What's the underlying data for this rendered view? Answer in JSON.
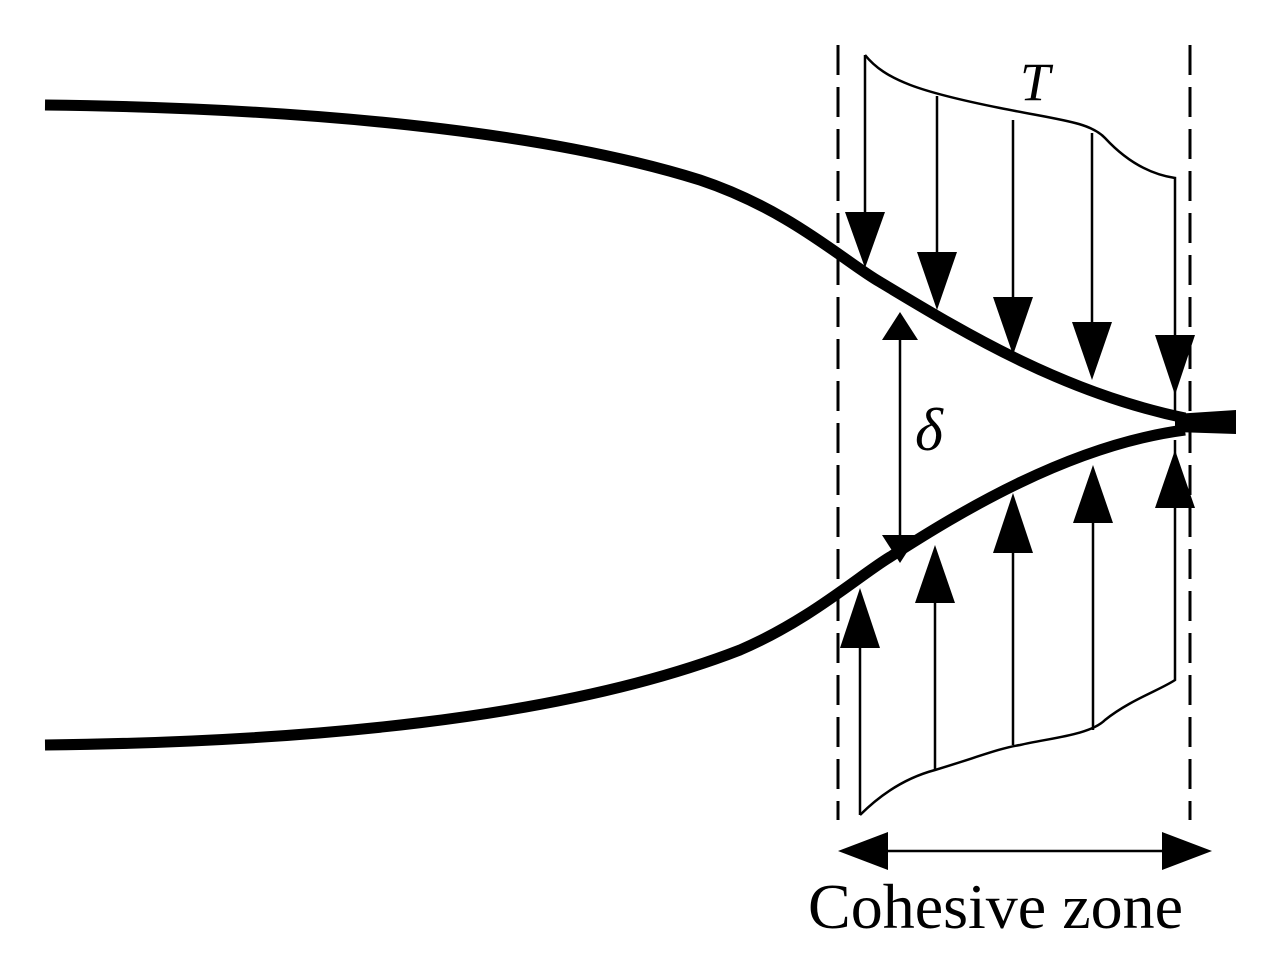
{
  "labels": {
    "traction": "T",
    "opening": "δ",
    "zone": "Cohesive zone"
  },
  "colors": {
    "ink": "#000000",
    "background": "#ffffff"
  }
}
